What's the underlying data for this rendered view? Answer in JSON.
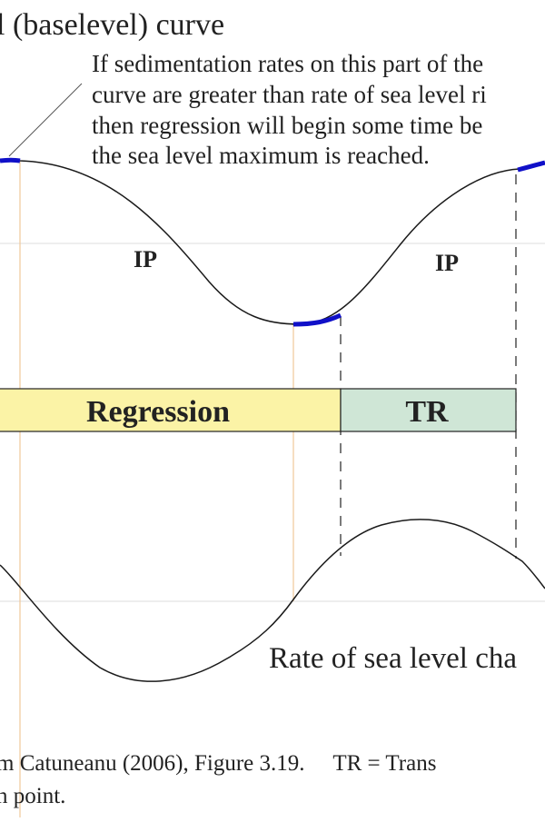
{
  "title": "l (baselevel) curve",
  "annotation": {
    "lines": [
      "If sedimentation rates on this part of the",
      "curve are greater than rate of sea level ri",
      "then regression will begin some time be",
      "the sea level maximum is reached."
    ]
  },
  "curve_labels": {
    "ip_left": "IP",
    "ip_right": "IP"
  },
  "bar": {
    "regression_label": "Regression",
    "tr_label": "TR"
  },
  "rate_label": "Rate of sea level cha",
  "caption": {
    "line1": "m Catuneanu (2006), Figure 3.19.     TR = Trans",
    "line2": "n point."
  },
  "colors": {
    "curve": "#1a1a1a",
    "highlight": "#1010c8",
    "orange_guide": "#f0c89a",
    "grid": "#dcdcdc",
    "regression_fill": "#fbf3a6",
    "tr_fill": "#cfe6d6",
    "bar_stroke": "#222222"
  }
}
